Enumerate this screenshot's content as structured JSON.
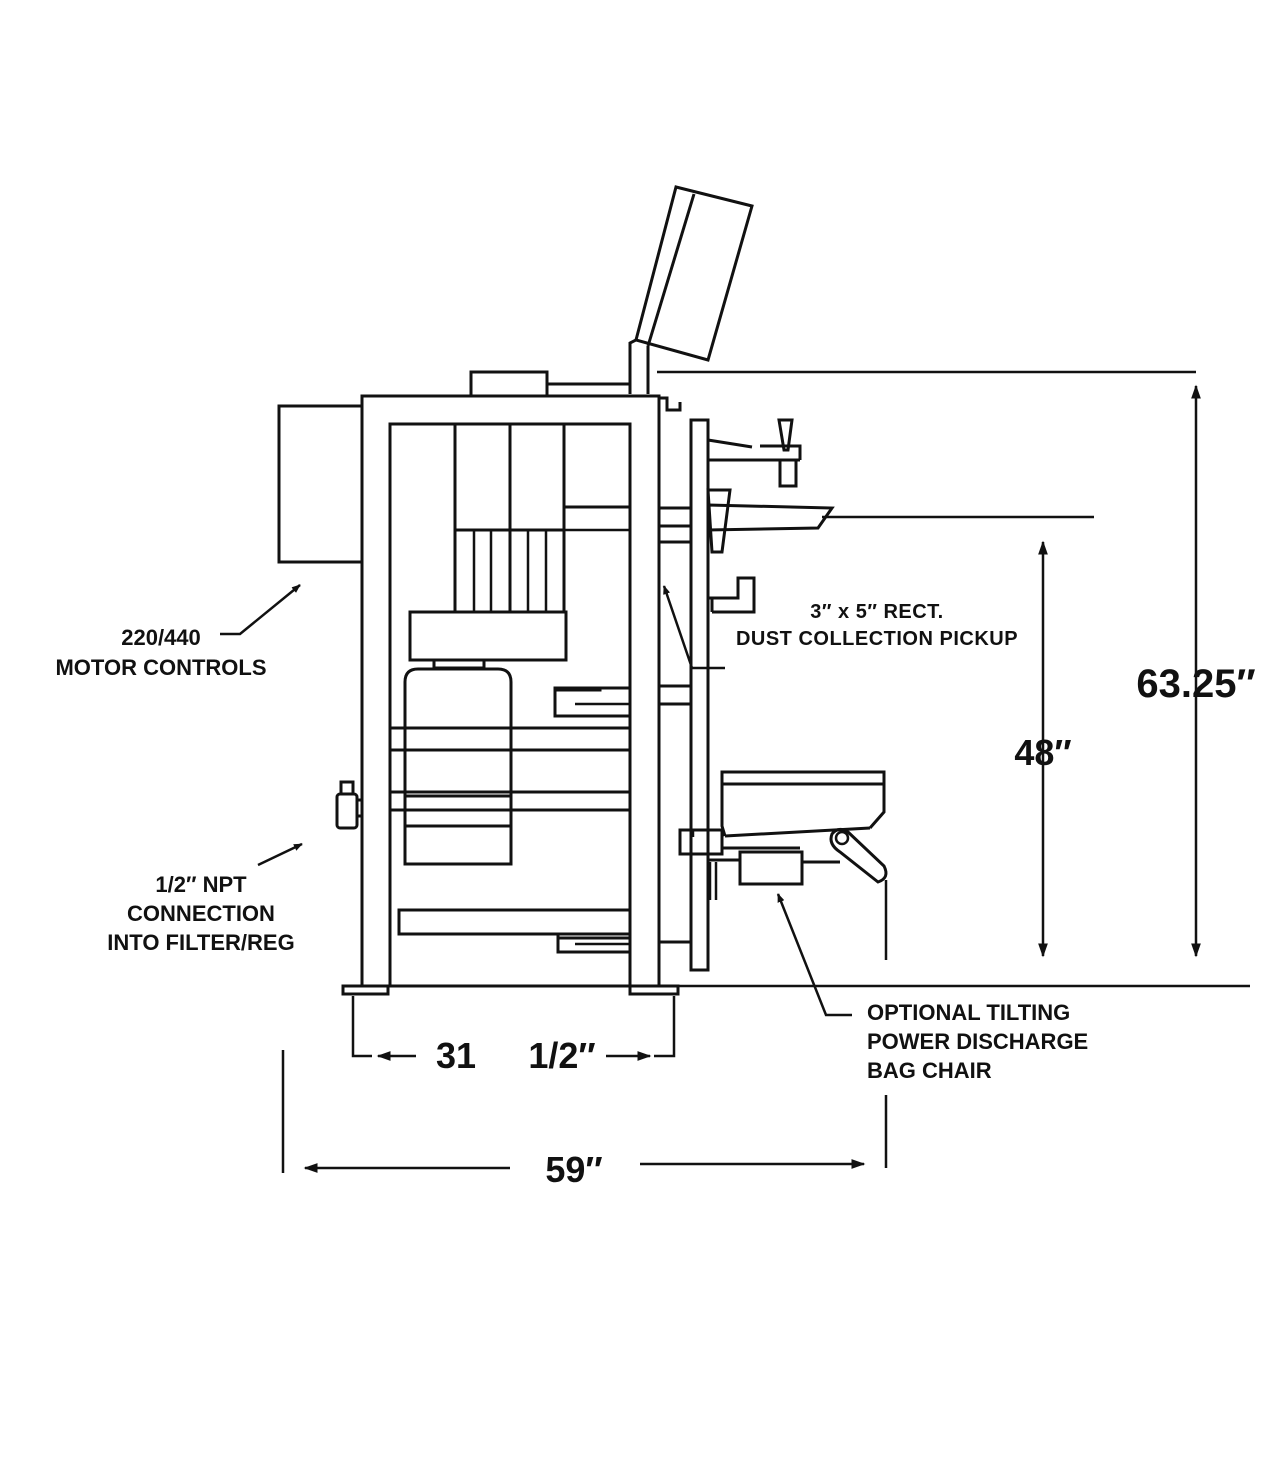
{
  "callouts": {
    "motor_controls": [
      "220/440",
      "MOTOR CONTROLS"
    ],
    "npt_connection": [
      "1/2″ NPT",
      "CONNECTION",
      "INTO FILTER/REG"
    ],
    "dust_collection": [
      "3″ x 5″ RECT.",
      "DUST COLLECTION PICKUP"
    ],
    "bag_chair": [
      "OPTIONAL TILTING",
      "POWER DISCHARGE",
      "BAG CHAIR"
    ]
  },
  "dimensions": {
    "frame_width_left": "31",
    "frame_width_right": "1/2″",
    "overall_width": "59″",
    "discharge_height": "48″",
    "overall_height": "63.25″"
  }
}
